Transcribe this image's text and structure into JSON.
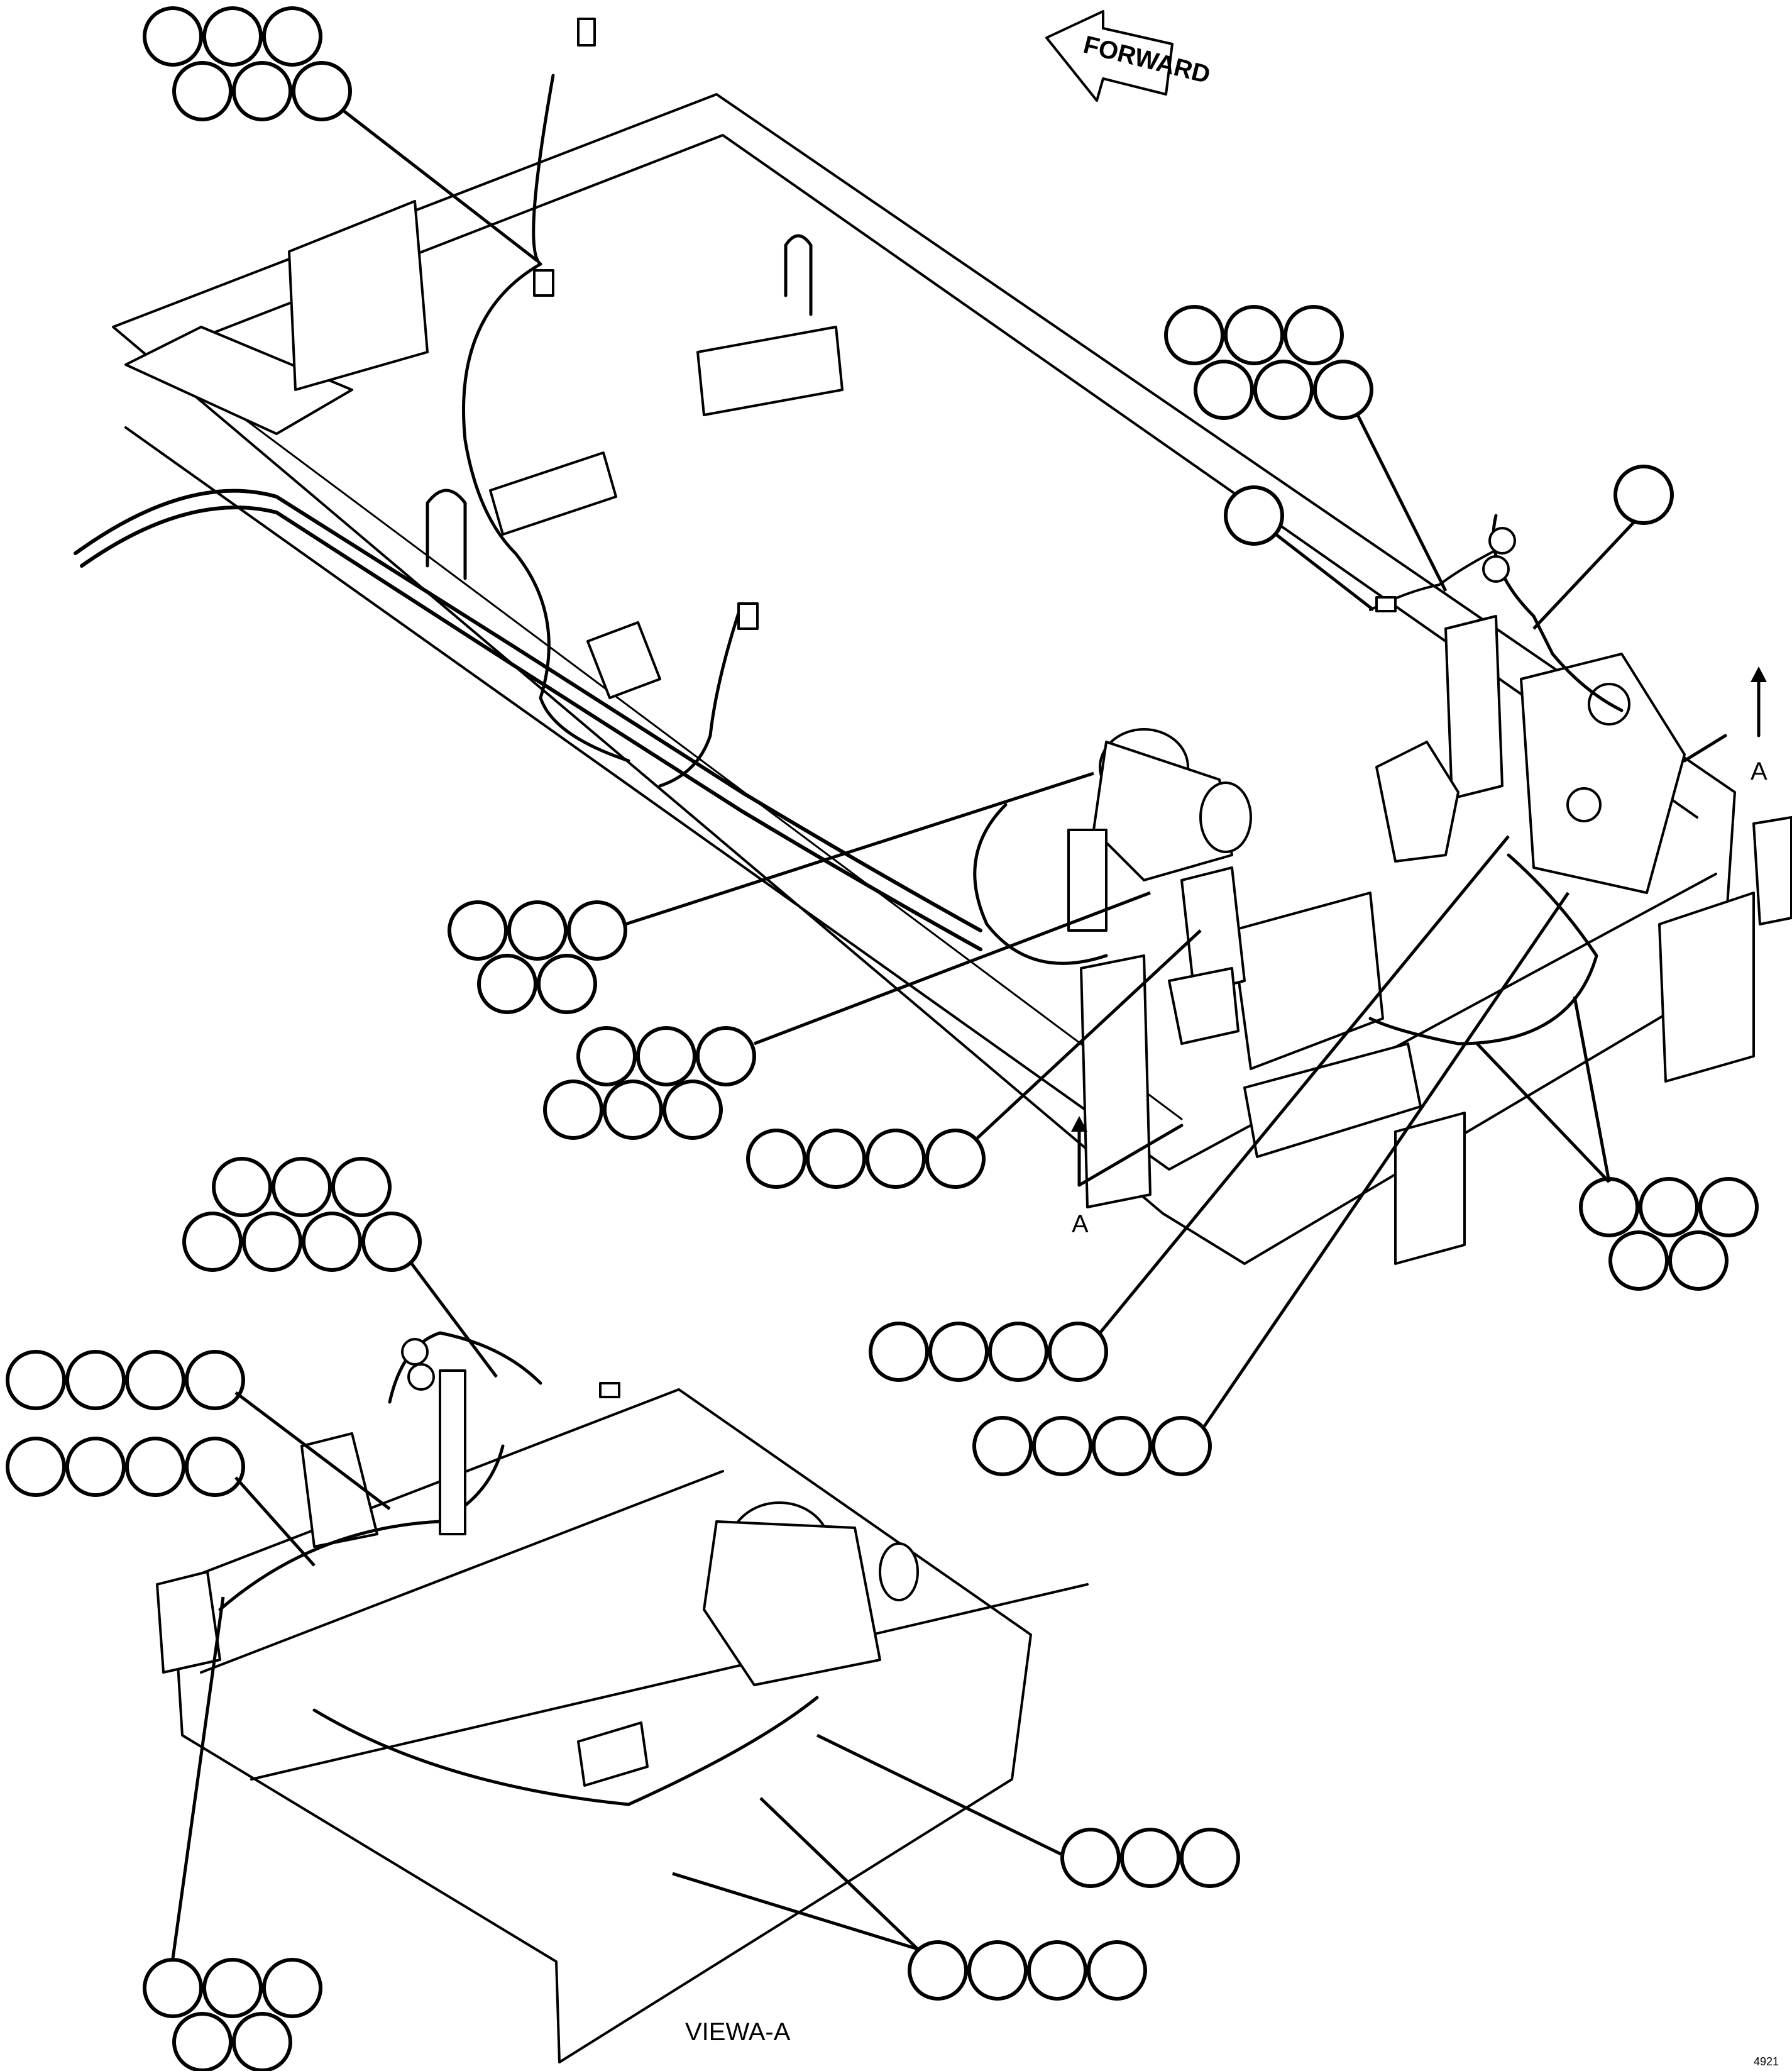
{
  "labels": {
    "forward": "FORWARD",
    "section_a_top": "A",
    "section_a_bottom": "A",
    "view_title": "VIEWA-A",
    "figure_code": "4921"
  },
  "icons": {
    "forward_arrow": "forward-arrow-icon",
    "section_arrow": "section-arrow-icon"
  }
}
